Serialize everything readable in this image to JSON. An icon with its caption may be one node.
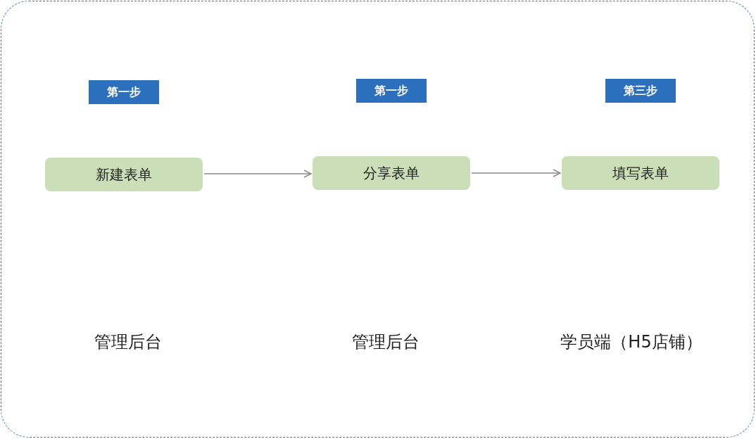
{
  "diagram": {
    "nodes": [
      {
        "text": [
          "第一步"
        ]
      },
      {
        "text": [
          "第一步"
        ]
      },
      {
        "text": [
          "第三步"
        ]
      },
      {
        "text": [
          "新建表单"
        ]
      },
      {
        "text": [
          "分享表单"
        ]
      },
      {
        "text": [
          "填写表单"
        ]
      }
    ],
    "edges": [
      {
        "from": 3,
        "to": 4,
        "arrow": "to"
      },
      {
        "from": 4,
        "to": 5,
        "arrow": "to"
      }
    ],
    "labels": [
      "管理后台",
      "管理后台",
      "学员端（H5店铺）"
    ]
  }
}
